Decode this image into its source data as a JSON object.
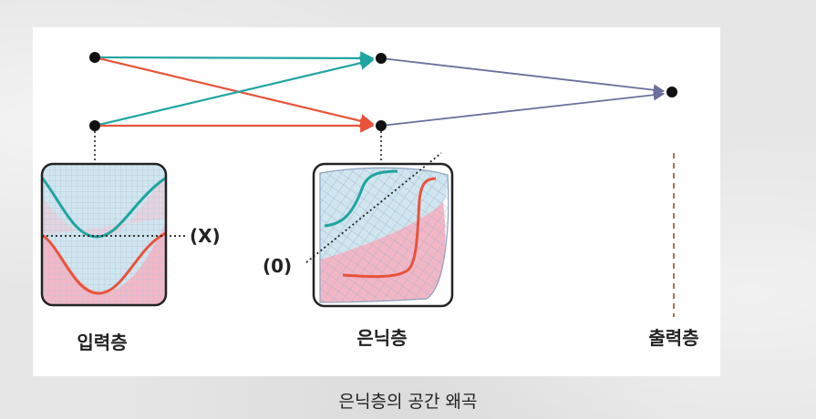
{
  "caption": "은닉층의 공간 왜곡",
  "layers": {
    "input": "입력층",
    "hidden": "은닉층",
    "output": "출력층"
  },
  "axis_labels": {
    "input": "(X)",
    "hidden": "(0)"
  },
  "colors": {
    "teal": "#1fa5a0",
    "red": "#e8533a",
    "purple": "#6c6f9c",
    "pink": "#f2b7c7",
    "lightblue": "#cfe5ef",
    "brown": "#a8743f"
  }
}
